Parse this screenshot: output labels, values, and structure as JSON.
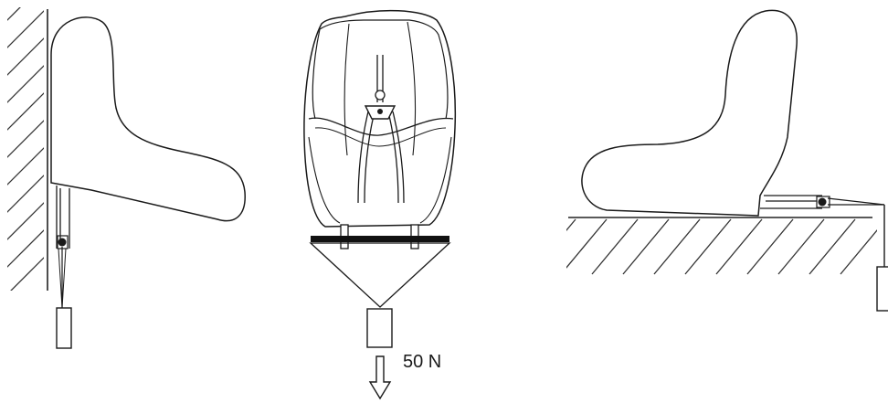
{
  "diagram": {
    "panels": [
      {
        "id": "left-view",
        "description_name": "seat-side-view-against-wall"
      },
      {
        "id": "center-view",
        "description_name": "seat-front-view-with-bar"
      },
      {
        "id": "right-view",
        "description_name": "seat-side-view-on-floor"
      }
    ],
    "force_label": "50 N",
    "line_color": "#1a1a1a",
    "hatch_color": "#333333",
    "background": "#ffffff"
  }
}
